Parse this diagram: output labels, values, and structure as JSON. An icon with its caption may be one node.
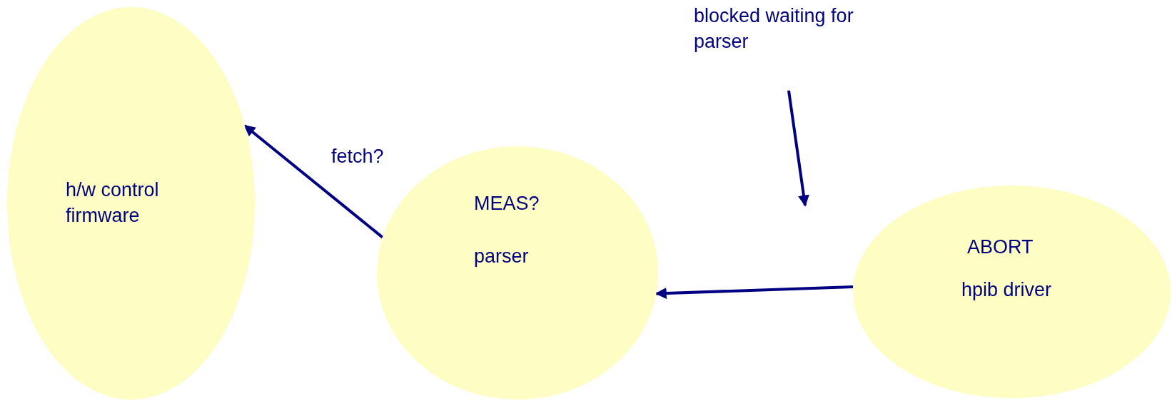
{
  "diagram": {
    "nodes": [
      {
        "text": [
          "h/w control firmware"
        ]
      },
      {
        "text": [
          "MEAS?",
          "parser"
        ]
      },
      {
        "text": [
          "ABORT",
          "hpib driver"
        ]
      },
      {
        "text": [
          "blocked waiting for parser"
        ]
      }
    ],
    "edges": [
      {
        "from": 1,
        "to": 0,
        "arrow": "to",
        "label": "fetch?"
      },
      {
        "from": 2,
        "to": 1,
        "arrow": "to"
      },
      {
        "from": 3,
        "to": null,
        "arrow": "to"
      }
    ]
  }
}
